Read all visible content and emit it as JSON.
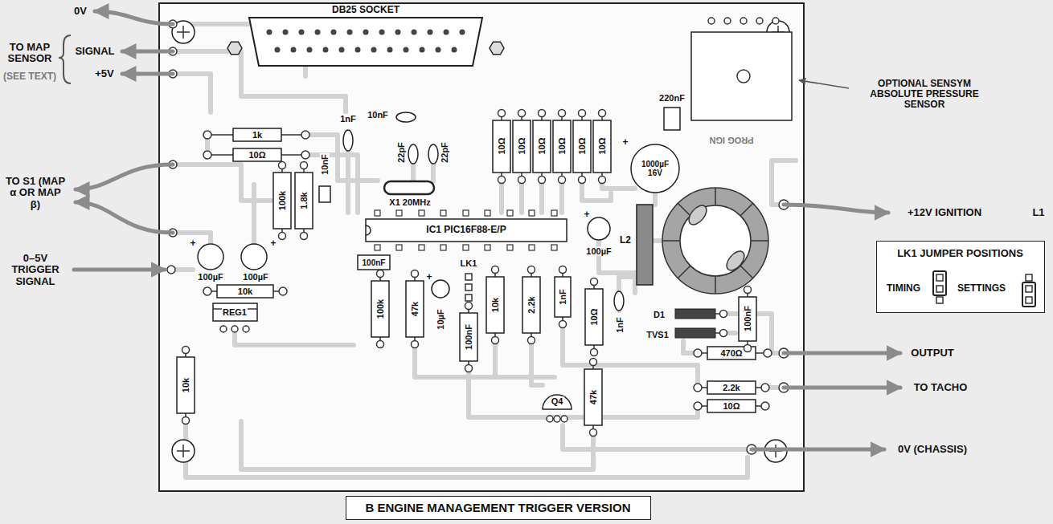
{
  "diagram": {
    "nodes": [
      {
        "text": [
          "LK1 JUMPER POSITIONS",
          "TIMING",
          "SETTINGS"
        ]
      },
      {
        "text": [
          "B ENGINE MANAGEMENT TRIGGER VERSION"
        ]
      }
    ],
    "labels": [
      "0V",
      "TO MAP SENSOR",
      "(SEE TEXT)",
      "SIGNAL",
      "+5V",
      "DB25 SOCKET",
      "OPTIONAL SENSYM ABSOLUTE PRESSURE SENSOR",
      "1k",
      "10Ω",
      "1nF",
      "10nF",
      "22pF",
      "22pF",
      "10Ω",
      "10Ω",
      "10Ω",
      "10Ω",
      "10Ω",
      "10Ω",
      "220nF",
      "1000µF 16V",
      "+",
      "PROG IGN",
      "+12V IGNITION",
      "L1",
      "TO S1 (MAP α OR MAP β)",
      "10nF",
      "100k",
      "1.8k",
      "X1 20MHz",
      "IC1 PIC16F88-E/P",
      "+",
      "100µF",
      "L2",
      "0–5V TRIGGER SIGNAL",
      "+",
      "100µF",
      "+",
      "100µF",
      "100nF",
      "10k",
      "REG1",
      "100k",
      "47k",
      "+",
      "10µF",
      "LK1",
      "100nF",
      "10k",
      "2.2k",
      "1nF",
      "10Ω",
      "1nF",
      "D1",
      "TVS1",
      "100nF",
      "OUTPUT",
      "470Ω",
      "TO TACHO",
      "2.2k",
      "10Ω",
      "Q4",
      "47k",
      "10k",
      "0V (CHASSIS)"
    ]
  }
}
